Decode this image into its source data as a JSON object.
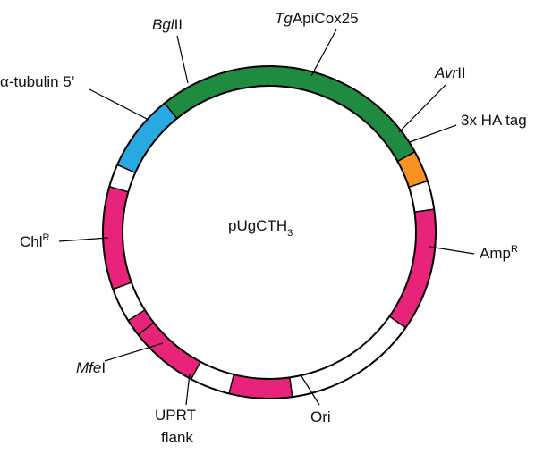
{
  "plasmid": {
    "name": "pUgCTH",
    "name_sub": "3"
  },
  "colors": {
    "green": "#1e8b41",
    "blue": "#29a9e1",
    "orange": "#f7931e",
    "magenta": "#e8237a",
    "outline": "#000000",
    "fill": "#ffffff"
  },
  "segments": [
    {
      "id": "tgapicox25",
      "color": "green",
      "start": 321,
      "end": 61
    },
    {
      "id": "alpha-tubulin",
      "color": "blue",
      "start": 294,
      "end": 321
    },
    {
      "id": "ha-tag",
      "color": "orange",
      "start": 61,
      "end": 72
    },
    {
      "id": "ampr",
      "color": "magenta",
      "start": 82,
      "end": 125
    },
    {
      "id": "ori",
      "color": "magenta",
      "start": 172,
      "end": 194
    },
    {
      "id": "uprt-flank",
      "color": "magenta",
      "start": 208,
      "end": 232
    },
    {
      "id": "mfei-region",
      "color": "magenta",
      "start": 232,
      "end": 238
    },
    {
      "id": "chlr",
      "color": "magenta",
      "start": 250,
      "end": 286
    }
  ],
  "labels": {
    "bglii": {
      "italic": "Bgl",
      "normal": "II"
    },
    "tgapicox": {
      "italic": "Tg",
      "normal": "ApiCox25"
    },
    "avrii": {
      "italic": "Avr",
      "normal": "II"
    },
    "ha_tag": "3x HA tag",
    "alpha_tubulin": "α-tubulin 5’",
    "ampr": {
      "base": "Amp",
      "sup": "R"
    },
    "chlr": {
      "base": "Chl",
      "sup": "R"
    },
    "mfei": {
      "italic": "Mfe",
      "normal": "I"
    },
    "uprt_line1": "UPRT",
    "uprt_line2": "flank",
    "ori": "Ori"
  }
}
